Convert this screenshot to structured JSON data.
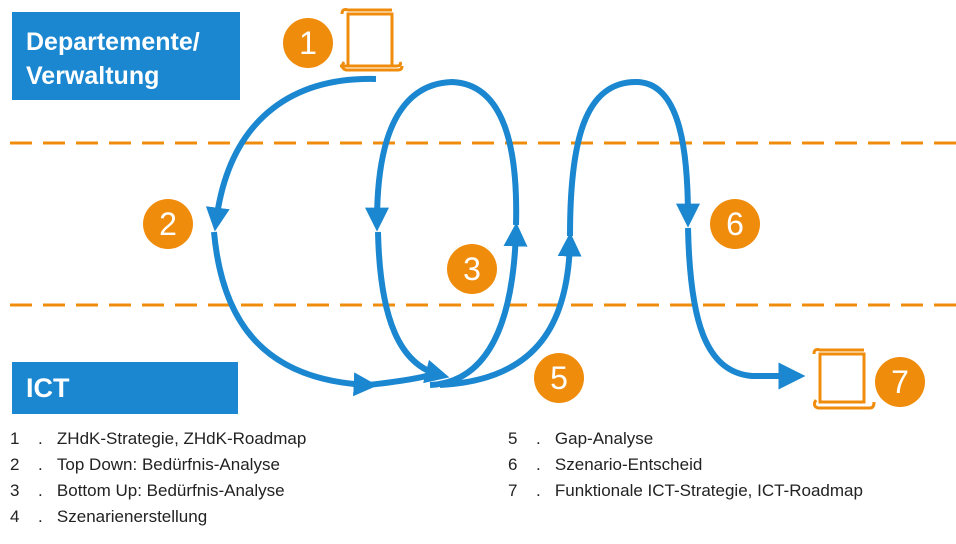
{
  "lanes": {
    "top_label_line1": "Departemente/",
    "top_label_line2": "Verwaltung",
    "bottom_label": "ICT"
  },
  "colors": {
    "lane_blue": "#1a87d0",
    "arrow_blue": "#1a87d0",
    "badge_orange": "#f08c0c",
    "dash_orange": "#f08c0c"
  },
  "steps": [
    {
      "number": "1",
      "label": "ZHdK-Strategie, ZHdK-Roadmap"
    },
    {
      "number": "2",
      "label": "Top Down: Bedürfnis-Analyse"
    },
    {
      "number": "3",
      "label": "Bottom Up: Bedürfnis-Analyse"
    },
    {
      "number": "4",
      "label": "Szenarienerstellung"
    },
    {
      "number": "5",
      "label": "Gap-Analyse"
    },
    {
      "number": "6",
      "label": "Szenario-Entscheid"
    },
    {
      "number": "7",
      "label": "Funktionale ICT-Strategie, ICT-Roadmap"
    }
  ],
  "icons": {
    "start_document": "scroll-icon",
    "end_document": "scroll-icon"
  }
}
